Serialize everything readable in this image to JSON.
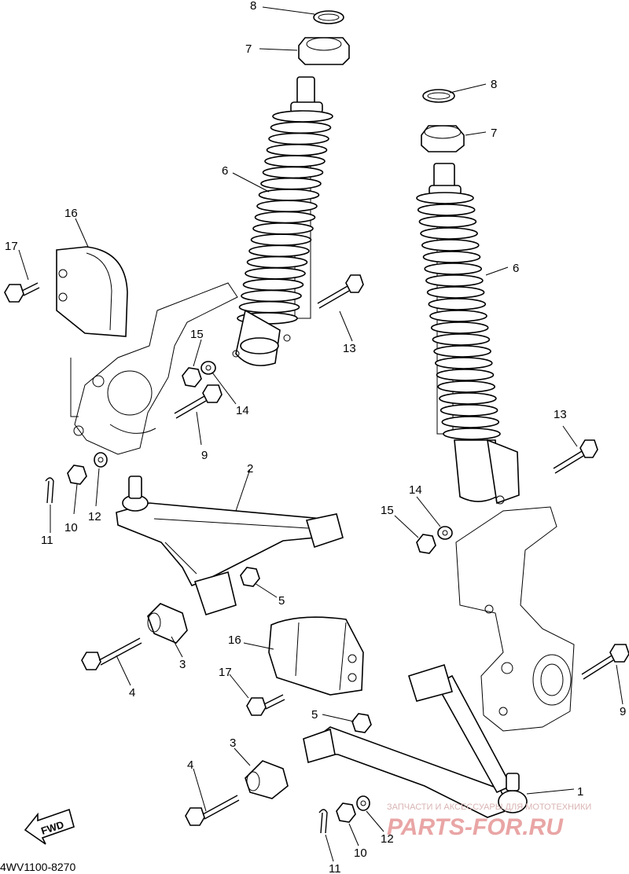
{
  "diagram": {
    "part_code": "4WV1100-8270",
    "direction_label": "FWD",
    "callouts": {
      "c1": "1",
      "c2": "2",
      "c3a": "3",
      "c3b": "3",
      "c4a": "4",
      "c4b": "4",
      "c5a": "5",
      "c5b": "5",
      "c6a": "6",
      "c6b": "6",
      "c7a": "7",
      "c7b": "7",
      "c8a": "8",
      "c8b": "8",
      "c9a": "9",
      "c9b": "9",
      "c10a": "10",
      "c10b": "10",
      "c11a": "11",
      "c11b": "11",
      "c12a": "12",
      "c12b": "12",
      "c13a": "13",
      "c13b": "13",
      "c14a": "14",
      "c14b": "14",
      "c15a": "15",
      "c15b": "15",
      "c16a": "16",
      "c16b": "16",
      "c17a": "17",
      "c17b": "17"
    },
    "watermark": {
      "small": "ЗАПЧАСТИ И АКСЕССУАРЫ ДЛЯ МОТОТЕХНИКИ",
      "big": "PARTS-FOR.RU"
    }
  }
}
